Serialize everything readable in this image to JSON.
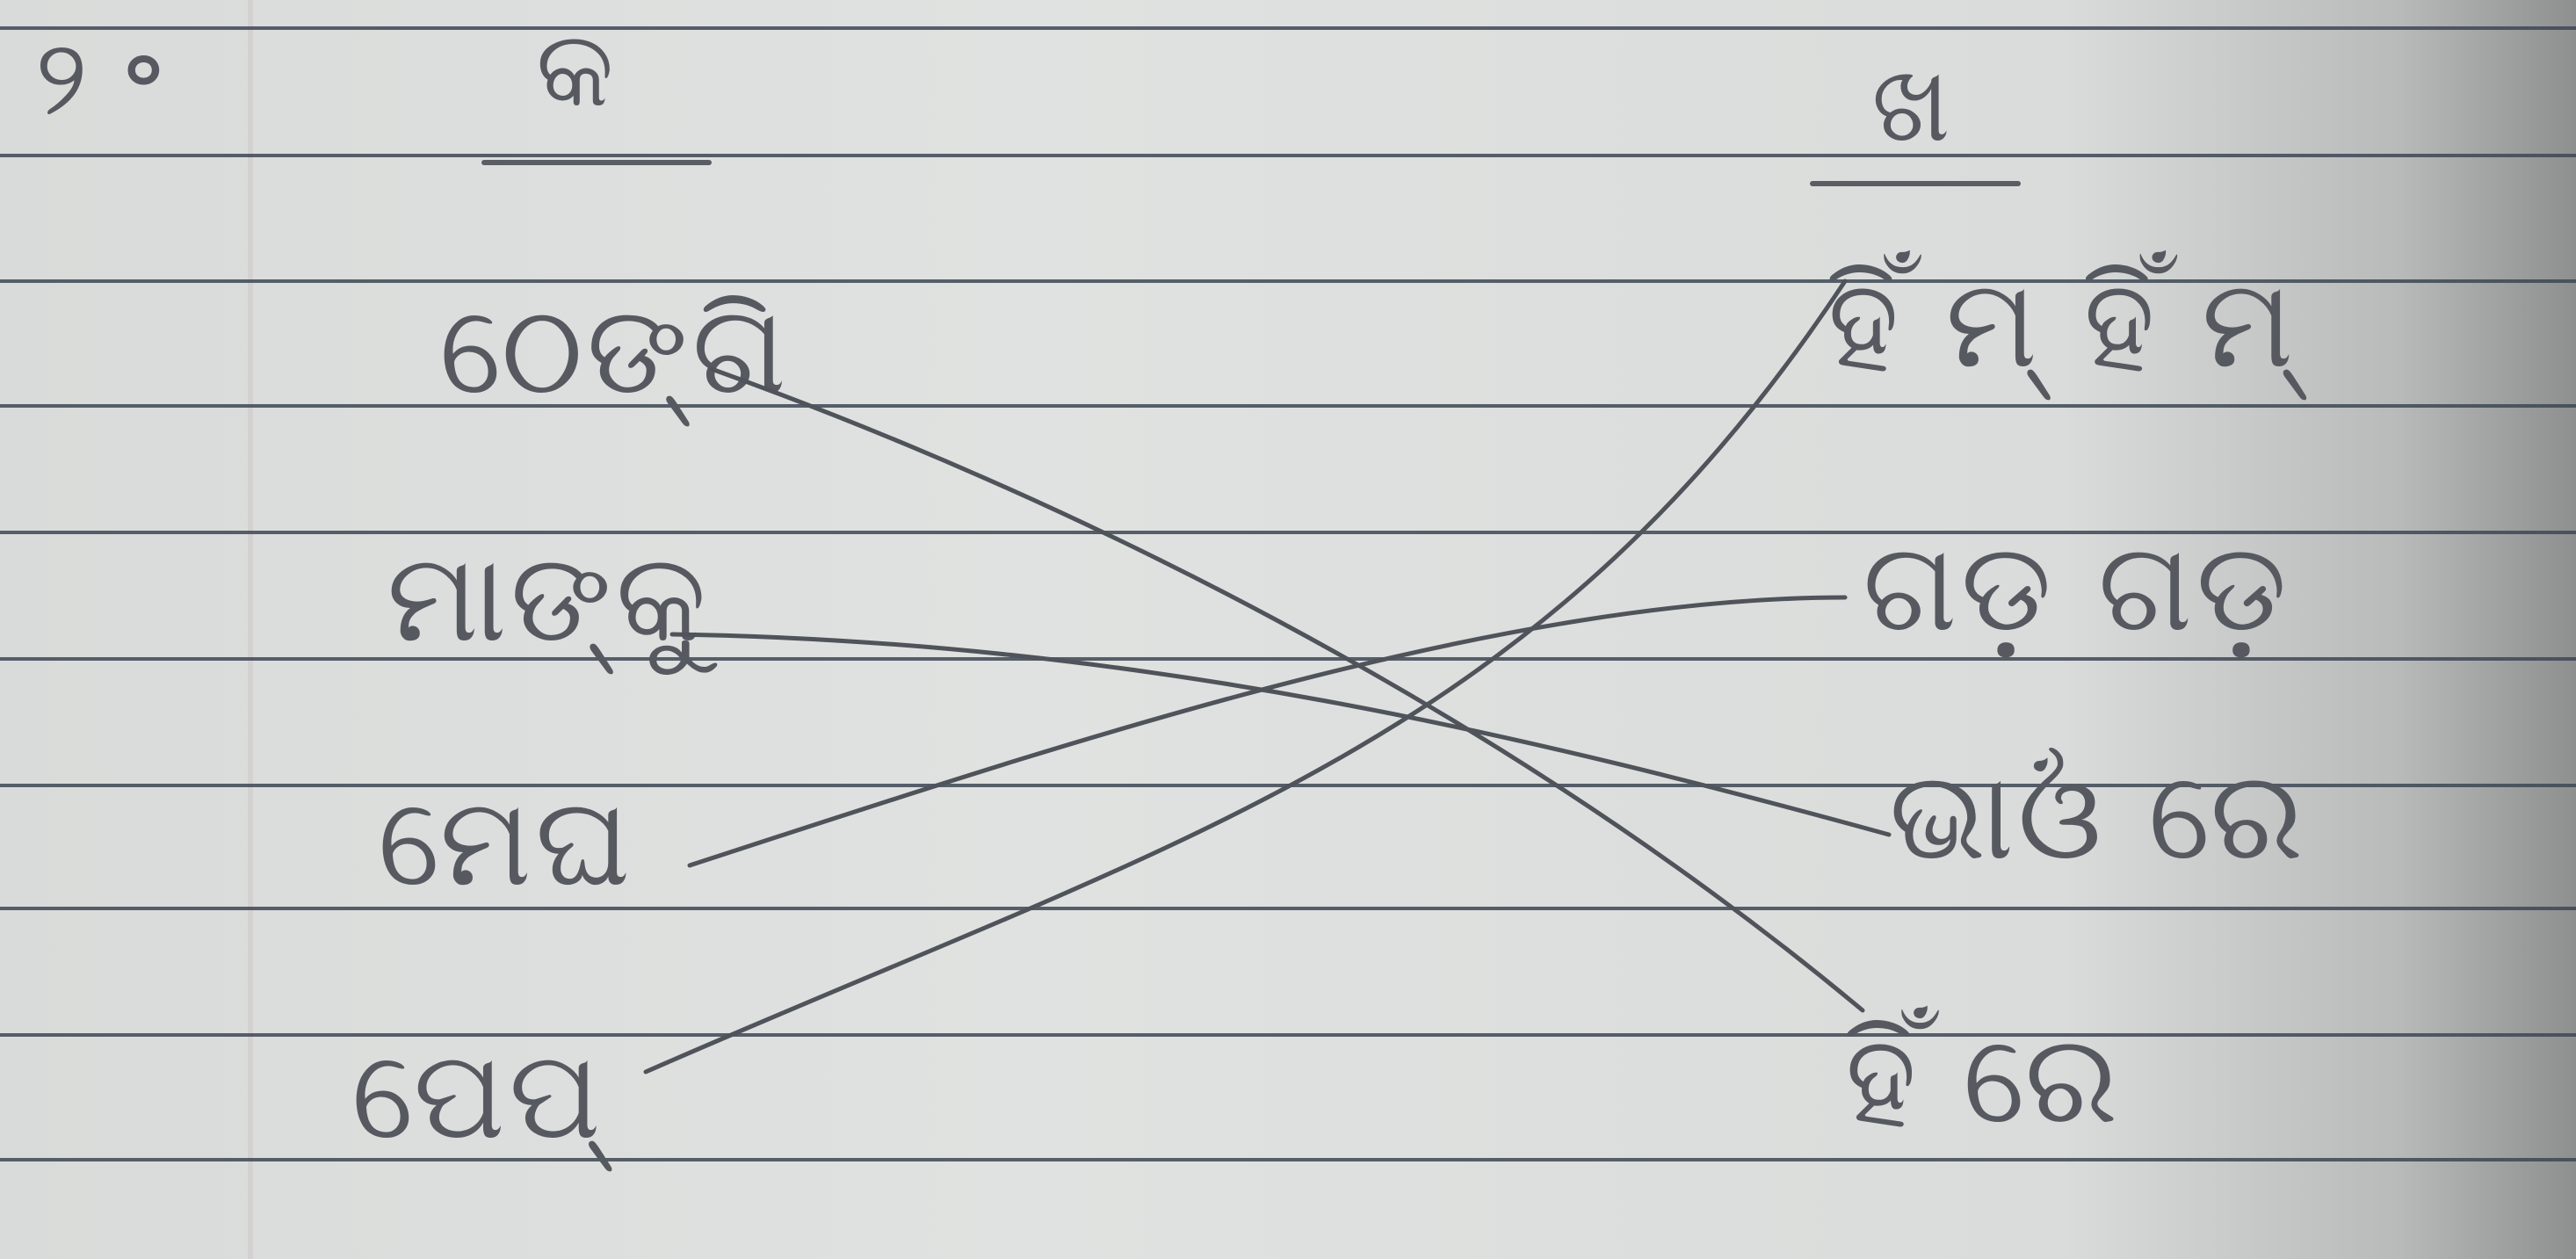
{
  "question": {
    "number": "୨ ॰"
  },
  "columns": {
    "left_heading": "କ",
    "right_heading": "ଖ"
  },
  "left_items": [
    "ଠେଙ୍ଗି",
    "ମାଙ୍କୁ",
    "ମେଘ",
    "ପେପ୍"
  ],
  "right_items": [
    "ହିଁ ମ୍ ହିଁ ମ୍",
    "ଗଡ଼ ଗଡ଼",
    "ଭାଓଁ ରେ",
    "ହିଁ ରେ"
  ],
  "matches": [
    {
      "from": 0,
      "to": 3
    },
    {
      "from": 1,
      "to": 2
    },
    {
      "from": 2,
      "to": 1
    },
    {
      "from": 3,
      "to": 0
    }
  ],
  "colors": {
    "paper": "#dcdedd",
    "ink": "#565a60",
    "rule": "#3d4654"
  }
}
